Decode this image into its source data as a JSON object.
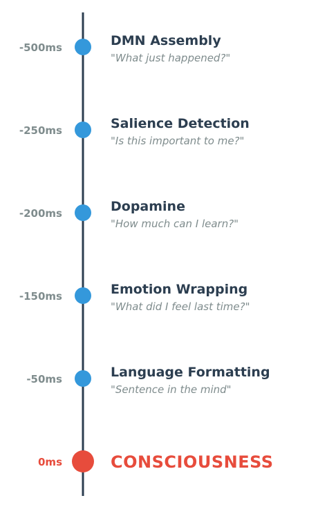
{
  "colors": {
    "axis": "#2c3e50",
    "node": "#3498db",
    "final": "#e74c3c",
    "time": "#7f8c8d",
    "title": "#2c3e50",
    "quote": "#7f8c8d"
  },
  "timeline": {
    "events": [
      {
        "time": "-500ms",
        "title": "DMN Assembly",
        "quote": "\"What just happened?\""
      },
      {
        "time": "-250ms",
        "title": "Salience Detection",
        "quote": "\"Is this important to me?\""
      },
      {
        "time": "-200ms",
        "title": "Dopamine",
        "quote": "\"How much can I learn?\""
      },
      {
        "time": "-150ms",
        "title": "Emotion Wrapping",
        "quote": "\"What did I feel last time?\""
      },
      {
        "time": "-50ms",
        "title": "Language Formatting",
        "quote": "\"Sentence in the mind\""
      }
    ],
    "final": {
      "time": "0ms",
      "title": "CONSCIOUSNESS"
    }
  }
}
